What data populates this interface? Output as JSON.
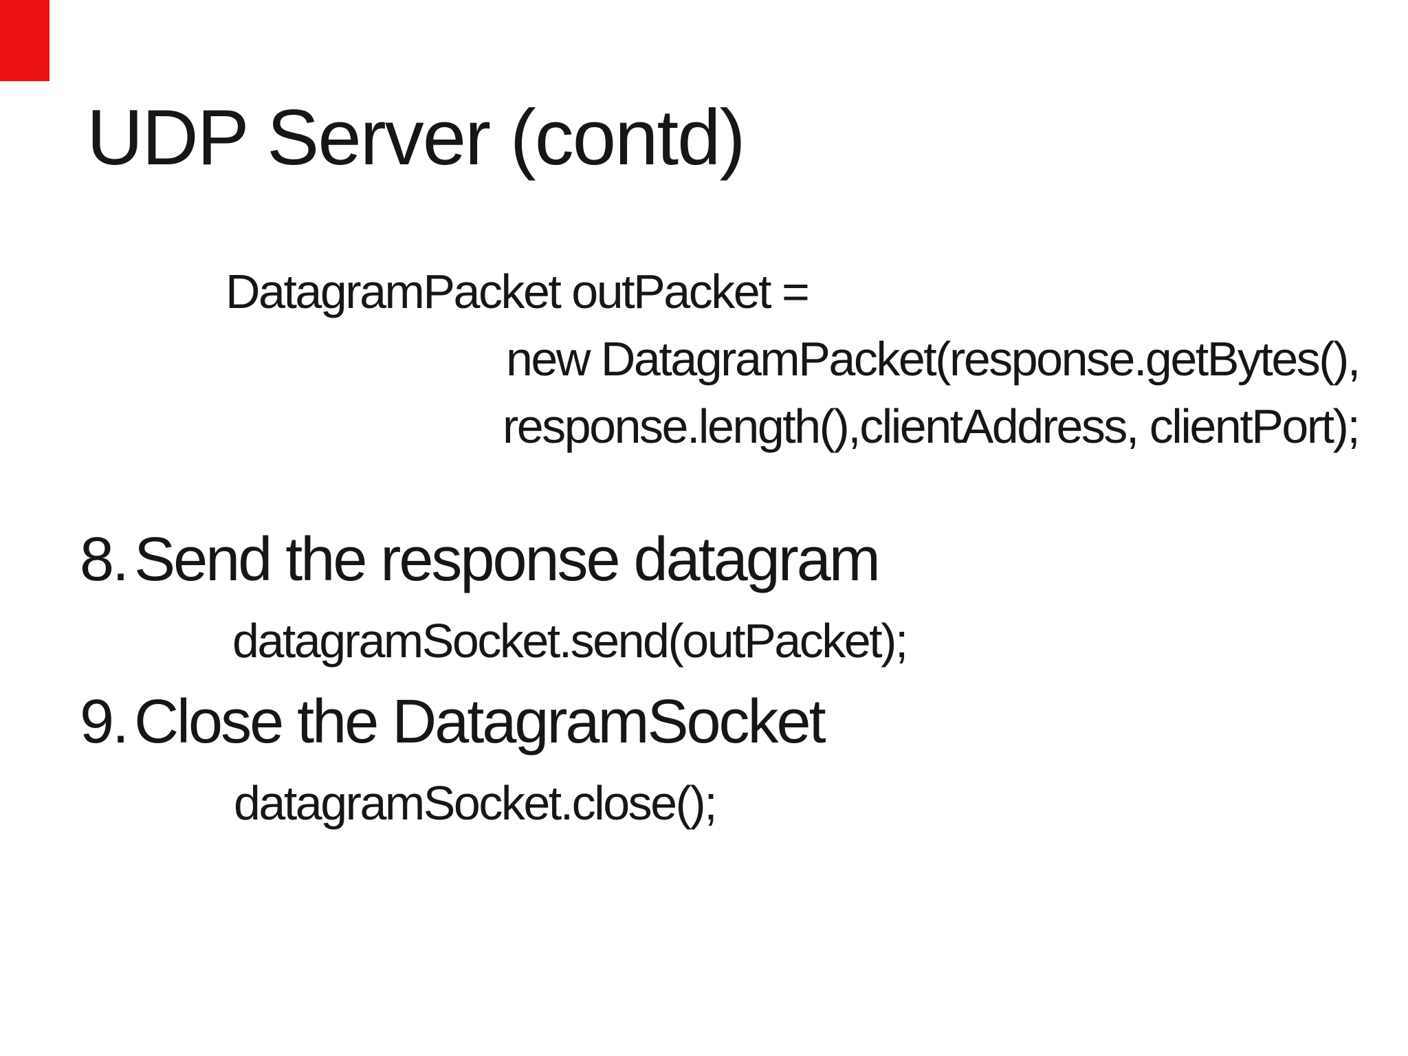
{
  "slide": {
    "title": "UDP Server (contd)",
    "background_color": "#ffffff",
    "text_color": "#161616",
    "accent_red": "#EE1111"
  },
  "code_block": {
    "line1": "DatagramPacket outPacket =",
    "line2": "new DatagramPacket(response.getBytes(),",
    "line3": "response.length(),clientAddress, clientPort);"
  },
  "steps": [
    {
      "number": "8.",
      "label": "Send the response datagram",
      "code": "datagramSocket.send(outPacket);"
    },
    {
      "number": "9.",
      "label": "Close the DatagramSocket",
      "code": "datagramSocket.close();"
    }
  ]
}
